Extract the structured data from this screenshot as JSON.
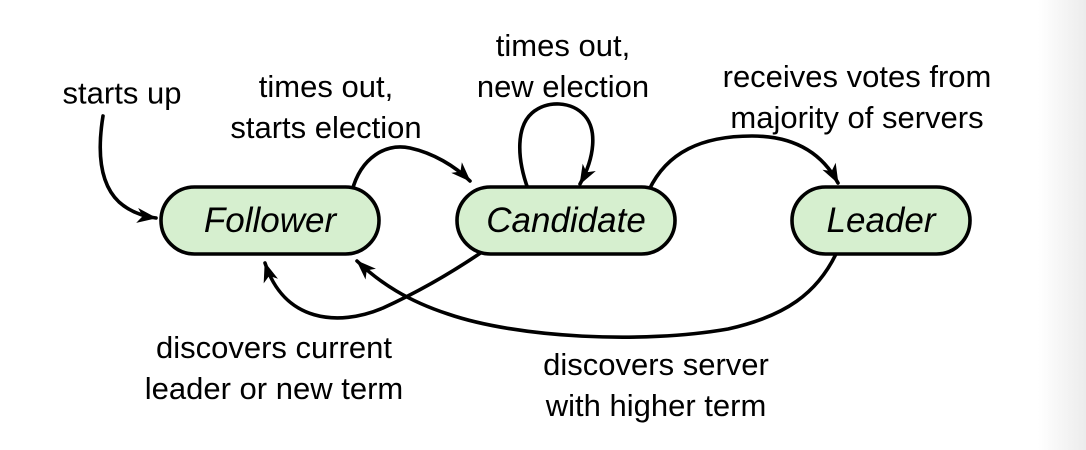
{
  "diagram_type": "state-machine",
  "colors": {
    "node_fill": "#d6efcf",
    "node_stroke": "#000000",
    "arrow": "#000000",
    "label_text": "#000000",
    "page_edge": "#ececec"
  },
  "nodes": {
    "follower": {
      "label": "Follower"
    },
    "candidate": {
      "label": "Candidate"
    },
    "leader": {
      "label": "Leader"
    }
  },
  "transitions": {
    "starts_up": {
      "from": "start",
      "to": "follower",
      "lines": [
        "starts up"
      ]
    },
    "timeout_start_election": {
      "from": "follower",
      "to": "candidate",
      "lines": [
        "times out,",
        "starts election"
      ]
    },
    "timeout_new_election": {
      "from": "candidate",
      "to": "candidate",
      "lines": [
        "times out,",
        "new election"
      ]
    },
    "receives_votes": {
      "from": "candidate",
      "to": "leader",
      "lines": [
        "receives votes from",
        "majority of servers"
      ]
    },
    "discovers_leader": {
      "from": "candidate",
      "to": "follower",
      "lines": [
        "discovers current",
        "leader or new term"
      ]
    },
    "discovers_higher_term": {
      "from": "leader",
      "to": "follower",
      "lines": [
        "discovers server",
        "with higher term"
      ]
    }
  }
}
